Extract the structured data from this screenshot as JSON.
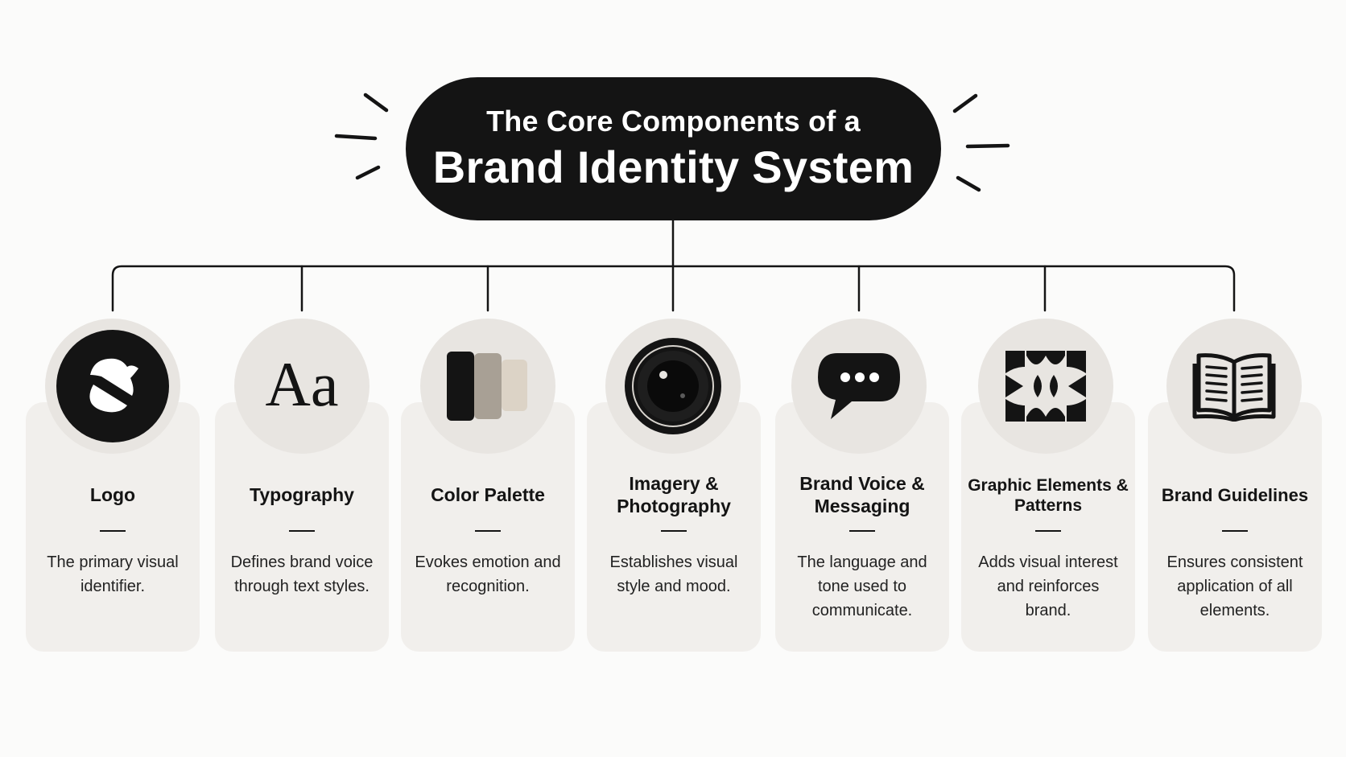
{
  "header": {
    "line1": "The Core Components of a",
    "line2": "Brand Identity System"
  },
  "colors": {
    "background": "#fbfbfa",
    "pill": "#141414",
    "card": "#f1efec",
    "icon_circle": "#e8e5e1",
    "swatch_taupe": "#a8a095",
    "swatch_beige": "#dcd3c6"
  },
  "components": [
    {
      "title": "Logo",
      "description": "The primary visual identifier.",
      "icon": "logo-mark-icon"
    },
    {
      "title": "Typography",
      "description": "Defines brand voice through text styles.",
      "icon": "Aa",
      "icon_name": "typography-icon"
    },
    {
      "title": "Color Palette",
      "description": "Evokes emotion and recognition.",
      "icon": "color-swatches-icon"
    },
    {
      "title": "Imagery & Photography",
      "description": "Establishes visual style and mood.",
      "icon": "camera-lens-icon"
    },
    {
      "title": "Brand Voice & Messaging",
      "description": "The language and tone used to communicate.",
      "icon": "speech-bubble-icon"
    },
    {
      "title": "Graphic Elements & Patterns",
      "description": "Adds visual interest and reinforces brand.",
      "icon": "geometric-pattern-icon"
    },
    {
      "title": "Brand Guidelines",
      "description": "Ensures consistent application of all elements.",
      "icon": "open-book-icon"
    }
  ]
}
